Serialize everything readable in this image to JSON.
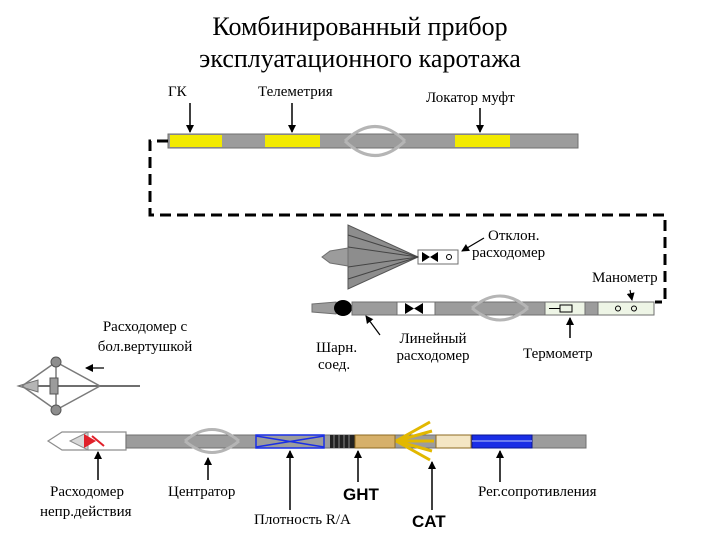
{
  "title": {
    "line1": "Комбинированный прибор",
    "line2": "эксплуатационного каротажа"
  },
  "labels": {
    "gk": "ГК",
    "telemetry": "Телеметрия",
    "collar_locator": "Локатор муфт",
    "deflector_flowmeter_1": "Отклон.",
    "deflector_flowmeter_2": "расходомер",
    "manometer": "Манометр",
    "spinner_flowmeter_1": "Расходомер с",
    "spinner_flowmeter_2": "бол.вертушкой",
    "hinge_joint_1": "Шарн.",
    "hinge_joint_2": "соед.",
    "linear_flowmeter_1": "Линейный",
    "linear_flowmeter_2": "расходомер",
    "thermometer": "Термометр",
    "continuous_flowmeter_1": "Расходомер",
    "continuous_flowmeter_2": "непр.действия",
    "centralizer": "Центратор",
    "ght": "GHT",
    "resistivity": "Рег.сопротивления",
    "density": "Плотность R/A",
    "cat": "CAT"
  },
  "colors": {
    "tube": "#9c9c9c",
    "tube_edge": "#6f6f6f",
    "yellow": "#f2ea00",
    "blue": "#1a2ee6",
    "tan": "#d6b06a",
    "gold": "#e2b800",
    "red": "#e0202a",
    "green_white": "#eef5e6"
  },
  "icons": {
    "arrow": "arrow-icon",
    "cone": "cone-icon",
    "bow_spring": "centralizer-bow-icon"
  }
}
